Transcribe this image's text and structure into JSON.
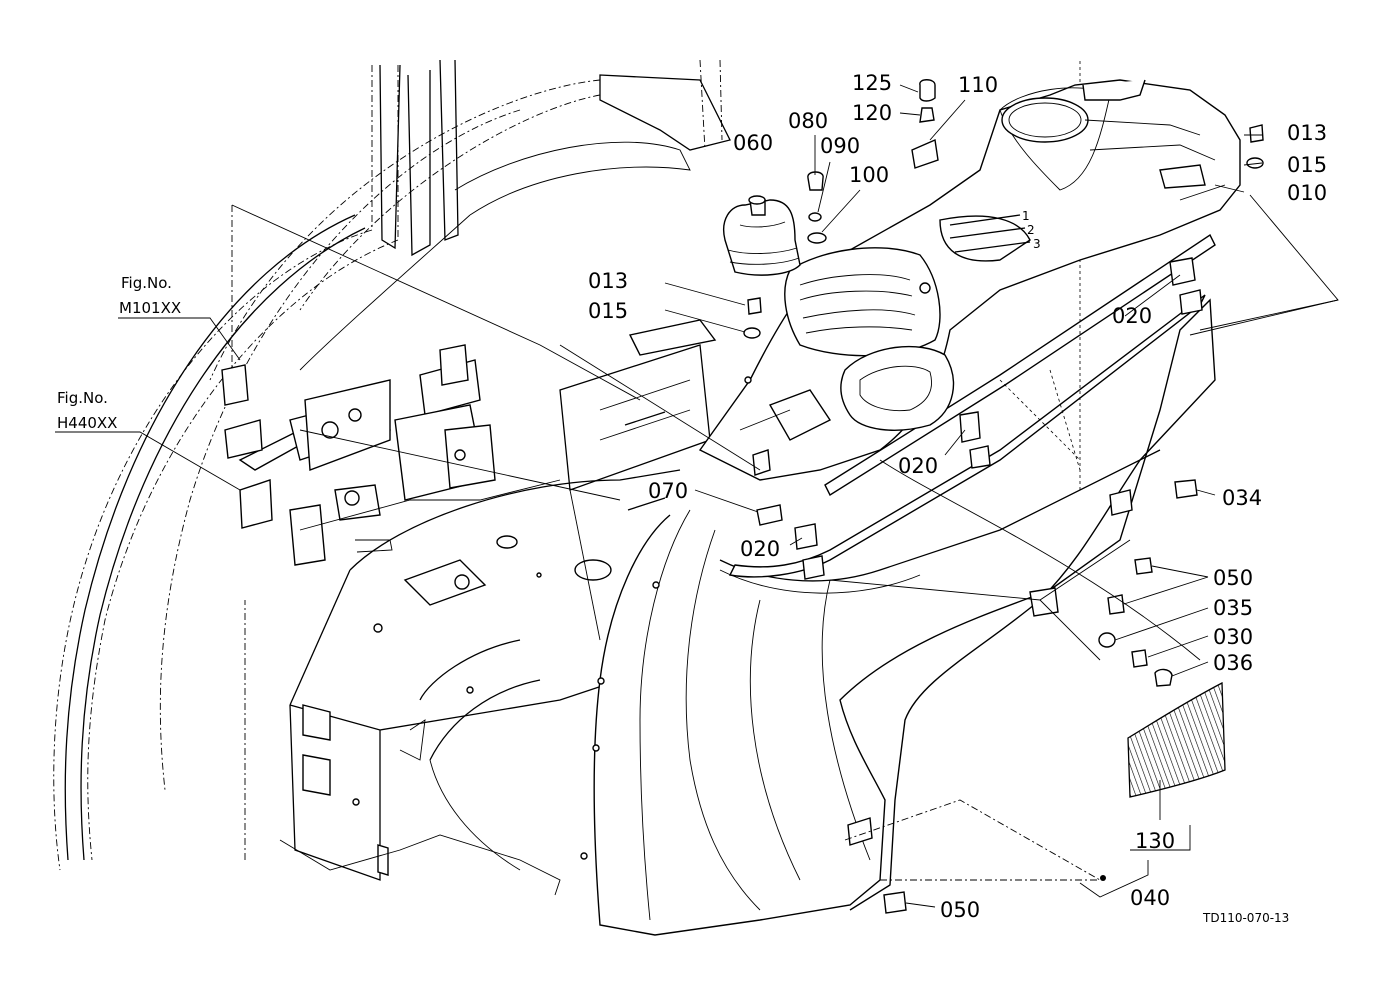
{
  "figure_refs": [
    {
      "prefix": "Fig.No.",
      "number": "M101XX"
    },
    {
      "prefix": "Fig.No.",
      "number": "H440XX"
    }
  ],
  "part_labels": [
    "125",
    "120",
    "110",
    "080",
    "090",
    "100",
    "060",
    "013",
    "015",
    "010",
    "013",
    "015",
    "020",
    "020",
    "070",
    "020",
    "034",
    "050",
    "035",
    "030",
    "036",
    "130",
    "040",
    "050"
  ],
  "drawing_code": "TD110-070-13",
  "slot_numbers": [
    "1",
    "2",
    "3"
  ]
}
